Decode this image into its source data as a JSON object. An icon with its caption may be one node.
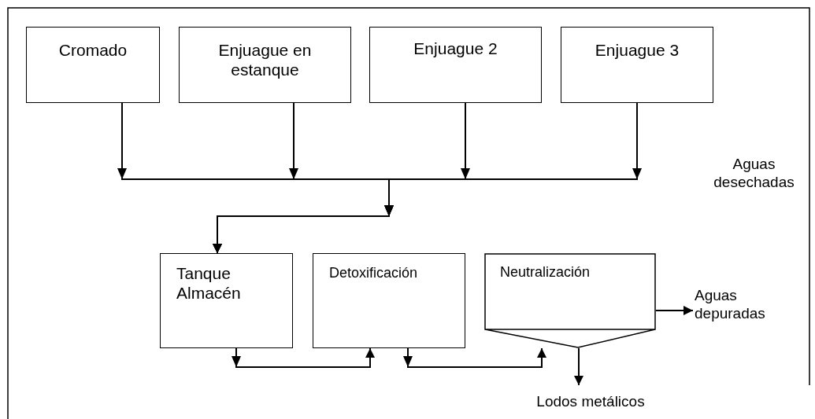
{
  "diagram": {
    "nodes": [
      {
        "text": [
          "Cromado"
        ]
      },
      {
        "text": [
          "Enjuague en estanque"
        ]
      },
      {
        "text": [
          "Enjuague 2"
        ]
      },
      {
        "text": [
          "Enjuague 3"
        ]
      },
      {
        "text": [
          "Tanque Almacén"
        ]
      },
      {
        "text": [
          "Detoxificación"
        ]
      },
      {
        "text": [
          "Neutralización"
        ]
      },
      {
        "text": [
          "Aguas depuradas"
        ]
      },
      {
        "text": [
          "Lodos metálicos"
        ]
      }
    ],
    "edges": [
      {
        "from": 0,
        "to": 4,
        "arrow": "to"
      },
      {
        "from": 1,
        "to": 4,
        "arrow": "to"
      },
      {
        "from": 2,
        "to": 4,
        "arrow": "to"
      },
      {
        "from": 3,
        "to": 4,
        "arrow": "to"
      },
      {
        "from": 4,
        "to": 5,
        "arrow": "to"
      },
      {
        "from": 5,
        "to": 6,
        "arrow": "to"
      },
      {
        "from": 6,
        "to": 7,
        "arrow": "to"
      },
      {
        "from": 6,
        "to": 8,
        "arrow": "to"
      }
    ],
    "labels": [
      "Aguas desechadas"
    ]
  }
}
